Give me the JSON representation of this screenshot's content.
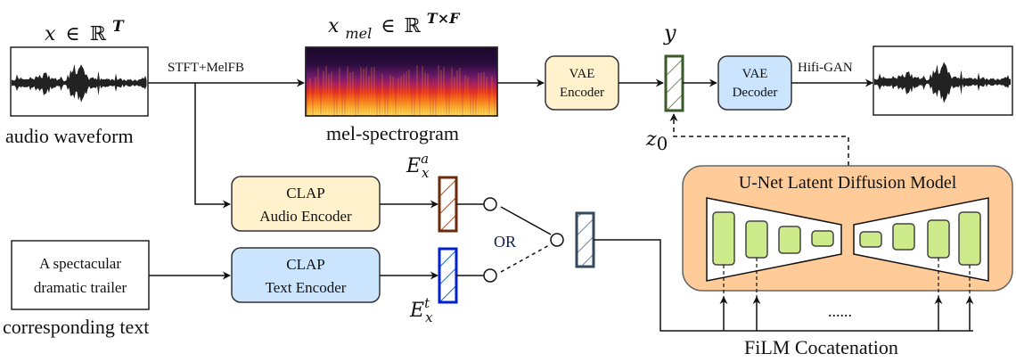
{
  "labels": {
    "input_math_x": "x",
    "input_math_in": "∈",
    "input_math_R": "ℝ",
    "input_math_T": "T",
    "audio_waveform": "audio waveform",
    "stft": "STFT+MelFB",
    "mel_math_x": "x",
    "mel_math_sub": "mel",
    "mel_math_in": "∈",
    "mel_math_R": "ℝ",
    "mel_math_sup": "T×F",
    "mel_spectrogram": "mel-spectrogram",
    "vae_encoder_line1": "VAE",
    "vae_encoder_line2": "Encoder",
    "y_label": "y",
    "z0_label": "z",
    "z0_sub": "0",
    "vae_decoder_line1": "VAE",
    "vae_decoder_line2": "Decoder",
    "hifigan": "Hifi-GAN",
    "clap_audio_line1": "CLAP",
    "clap_audio_line2": "Audio Encoder",
    "clap_text_line1": "CLAP",
    "clap_text_line2": "Text Encoder",
    "text_prompt_line1": "A spectacular",
    "text_prompt_line2": "dramatic trailer",
    "corresponding_text": "corresponding text",
    "ea_E": "E",
    "ea_sup": "a",
    "ea_sub": "x",
    "et_E": "E",
    "et_sup": "t",
    "et_sub": "x",
    "or": "OR",
    "unet_title": "U-Net Latent Diffusion Model",
    "ellipsis": "......",
    "film": "FiLM Cocatenation"
  },
  "colors": {
    "vae_encoder_fill": "#fff2cc",
    "vae_decoder_fill": "#cce5ff",
    "clap_audio_fill": "#fff2cc",
    "clap_text_fill": "#cce5ff",
    "unet_fill": "#ffcc99",
    "unet_block_fill": "#cdeb8b",
    "latent_y": "#3a5a2a",
    "latent_y_hatch": "#6b8f5a",
    "emb_audio": "#6b2a0a",
    "emb_audio_hatch": "#a0522d",
    "emb_text": "#0022cc",
    "emb_text_hatch": "#1a66dd",
    "emb_out": "#34495e",
    "emb_out_hatch": "#6d7f90",
    "or_text": "#0b2050"
  }
}
